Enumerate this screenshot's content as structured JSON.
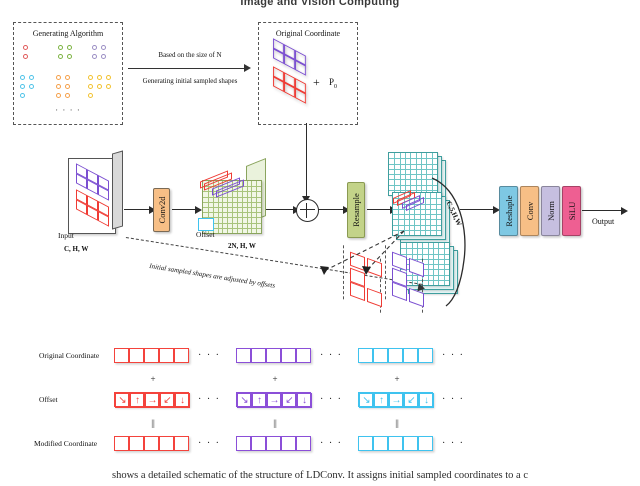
{
  "header": {
    "title": "Image and Vision Computing"
  },
  "generating_box": {
    "title": "Generating Algorithm",
    "ellipsis": "· · · ·",
    "groups": [
      {
        "name": "group-red",
        "color": "#e05a5a",
        "cols": 1,
        "rows": 2,
        "extra": 0
      },
      {
        "name": "group-green",
        "color": "#7cb342",
        "cols": 2,
        "rows": 2,
        "extra": 0
      },
      {
        "name": "group-purple",
        "color": "#9b8ec4",
        "cols": 2,
        "rows": 2,
        "extra": 0
      },
      {
        "name": "group-cyan",
        "color": "#4fc3e8",
        "cols": 2,
        "rows": 2,
        "extra": 1
      },
      {
        "name": "group-orange",
        "color": "#f5a04a",
        "cols": 2,
        "rows": 3,
        "extra": 0
      },
      {
        "name": "group-yellow",
        "color": "#f2c230",
        "cols": 3,
        "rows": 2,
        "extra": 1
      }
    ]
  },
  "transition_arrow": {
    "top_caption": "Based on the size of N",
    "bottom_caption": "Generating initial sampled shapes"
  },
  "original_coordinate_box": {
    "title": "Original Coordinate",
    "plus": "+",
    "p0": "P",
    "p0_sub": "0",
    "sheet_purple_color": "#7b4fd1",
    "sheet_red_color": "#ef3b34"
  },
  "pipeline": {
    "input_label": "Input",
    "input_dims": "C, H, W",
    "conv2d_label": "Conv2d",
    "conv2d_color": "#f7bf86",
    "offset_label": "Offset",
    "offset_dims": "2N, H, W",
    "sum_symbol": "⊕",
    "resample_label": "Resample",
    "resample_color": "#c3d389",
    "cshw_label": "C,5,H,W",
    "dashed_note": "Initial sampled shapes are adjusted by offsets",
    "blocks": [
      {
        "label": "Reshaple",
        "color": "#7ec8e3"
      },
      {
        "label": "Conv",
        "color": "#f7bf86"
      },
      {
        "label": "Norm",
        "color": "#c6bfe0"
      },
      {
        "label": "SiLU",
        "color": "#ee5f92"
      }
    ],
    "output_label": "Output"
  },
  "coordinate_table": {
    "rows": [
      {
        "label": "Original Coordinate",
        "kind": "plain"
      },
      {
        "label": "Offset",
        "kind": "arrows"
      },
      {
        "label": "Modified Coordinate",
        "kind": "plain"
      }
    ],
    "operators": [
      "+",
      "||"
    ],
    "ellipsis": "· · ·",
    "groups": [
      {
        "name": "group-red",
        "color": "#f4433c",
        "fill": "#ffffff"
      },
      {
        "name": "group-purple",
        "color": "#8b4fd8",
        "fill": "#ffffff"
      },
      {
        "name": "group-cyan",
        "color": "#3fc3ef",
        "fill": "#ffffff"
      }
    ],
    "arrows": [
      "↘",
      "↑",
      "→",
      "↙",
      "↓"
    ],
    "cells_per_group": 5
  },
  "caption": {
    "text": "shows a detailed schematic of the structure of LDConv. It assigns initial sampled coordinates to a c"
  }
}
